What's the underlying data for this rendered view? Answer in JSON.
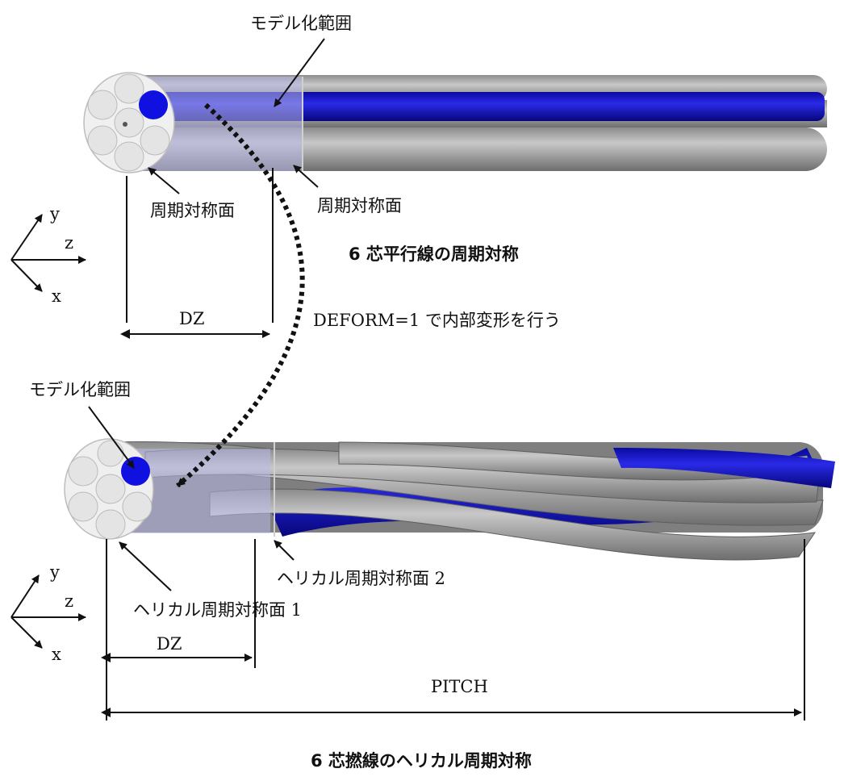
{
  "top_figure": {
    "model_range_label": "モデル化範囲",
    "sym_plane_left": "周期対称面",
    "sym_plane_right": "周期対称面",
    "caption": "6 芯平行線の周期対称",
    "dz_label": "DZ",
    "axis": {
      "y": "y",
      "z": "z",
      "x": "x"
    }
  },
  "transition_label": "DEFORM=1 で内部変形を行う",
  "bottom_figure": {
    "model_range_label": "モデル化範囲",
    "helical_plane_2": "ヘリカル周期対称面 2",
    "helical_plane_1": "ヘリカル周期対称面 1",
    "dz_label": "DZ",
    "pitch_label": "PITCH",
    "caption": "6 芯撚線のヘリカル周期対称",
    "axis": {
      "y": "y",
      "z": "z",
      "x": "x"
    }
  },
  "colors": {
    "wire_gray": "#9a9a9a",
    "wire_blue": "#1010d0",
    "end_face": "#e6e6e6",
    "model_highlight": "#8a8ad8"
  }
}
